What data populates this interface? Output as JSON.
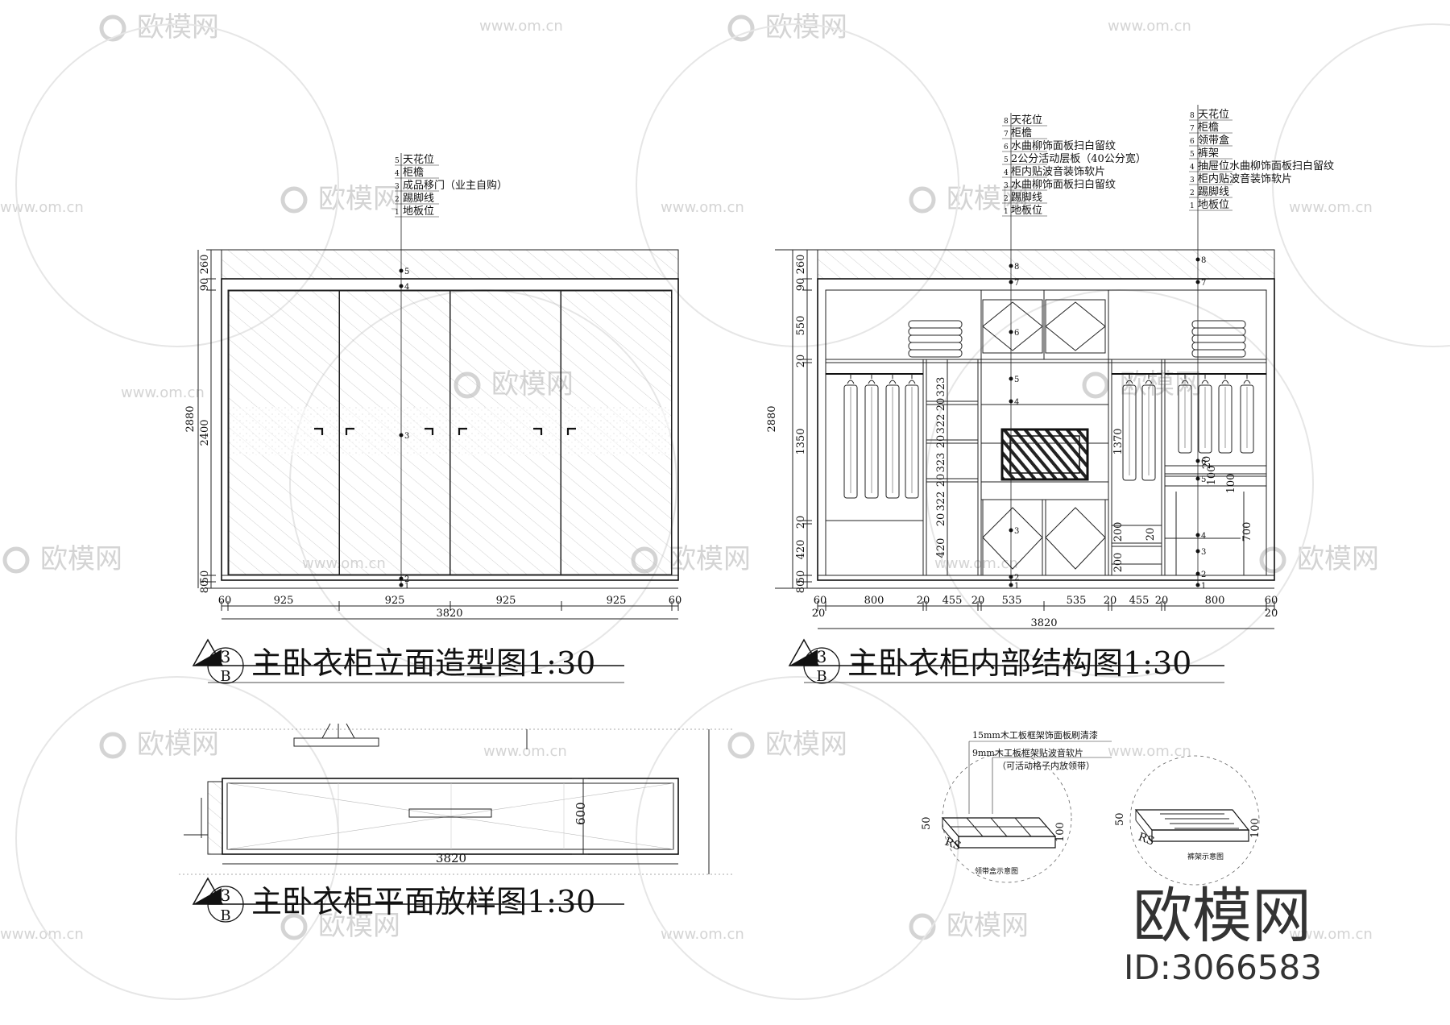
{
  "watermark": {
    "brand": "欧模网",
    "url": "www.om.cn",
    "logo_big": "欧模网",
    "id_text": "ID:3066583"
  },
  "elevation": {
    "title": "主卧衣柜立面造型图1:30",
    "symbol_num": "3",
    "symbol_letter": "B",
    "labels": [
      {
        "n": "5",
        "text": "天花位"
      },
      {
        "n": "4",
        "text": "柜檐"
      },
      {
        "n": "3",
        "text": "成品移门（业主自购）"
      },
      {
        "n": "2",
        "text": "踢脚线"
      },
      {
        "n": "1",
        "text": "地板位"
      }
    ],
    "vdims": [
      "260",
      "90",
      "2400",
      "50",
      "80"
    ],
    "vtotal": "2880",
    "hdims": [
      "60",
      "925",
      "925",
      "925",
      "925",
      "60"
    ],
    "htotal": "3820"
  },
  "interior": {
    "title": "主卧衣柜内部结构图1:30",
    "symbol_num": "3",
    "symbol_letter": "B",
    "labels_left": [
      {
        "n": "8",
        "text": "天花位"
      },
      {
        "n": "7",
        "text": "柜檐"
      },
      {
        "n": "6",
        "text": "水曲柳饰面板扫白留纹"
      },
      {
        "n": "5",
        "text": "2公分活动层板（40公分宽）"
      },
      {
        "n": "4",
        "text": "柜内贴波音装饰软片"
      },
      {
        "n": "3",
        "text": "水曲柳饰面板扫白留纹"
      },
      {
        "n": "2",
        "text": "踢脚线"
      },
      {
        "n": "1",
        "text": "地板位"
      }
    ],
    "labels_right": [
      {
        "n": "8",
        "text": "天花位"
      },
      {
        "n": "7",
        "text": "柜檐"
      },
      {
        "n": "6",
        "text": "领带盒"
      },
      {
        "n": "5",
        "text": "裤架"
      },
      {
        "n": "4",
        "text": "抽屉位水曲柳饰面板扫白留纹"
      },
      {
        "n": "3",
        "text": "柜内贴波音装饰软片"
      },
      {
        "n": "2",
        "text": "踢脚线"
      },
      {
        "n": "1",
        "text": "地板位"
      }
    ],
    "vdims": [
      "260",
      "90",
      "550",
      "20",
      "1350",
      "20",
      "420",
      "50",
      "80"
    ],
    "vtotal": "2880",
    "shelf_dims": [
      "323",
      "20",
      "322",
      "20",
      "323",
      "20",
      "322",
      "20",
      "420"
    ],
    "inner_dims": [
      "1370",
      "20",
      "200",
      "200",
      "20",
      "100",
      "100",
      "700"
    ],
    "hdims": [
      "60",
      "800",
      "20",
      "455",
      "20",
      "535",
      "535",
      "20",
      "455",
      "20",
      "800",
      "60"
    ],
    "small_dims": [
      "20",
      "20"
    ],
    "htotal": "3820"
  },
  "plan": {
    "title": "主卧衣柜平面放样图1:30",
    "symbol_num": "3",
    "symbol_letter": "B",
    "depth": "600",
    "width": "3820"
  },
  "details": {
    "note1": "15mm木工板框架饰面板刷清漆",
    "note2": "9mm木工板框架贴波音软片",
    "note3": "（可活动格子内放领带）",
    "dim_a": "50",
    "dim_b": "100",
    "dim_c": "RS",
    "caption1": "领带盒示意图",
    "caption2": "裤架示意图"
  }
}
